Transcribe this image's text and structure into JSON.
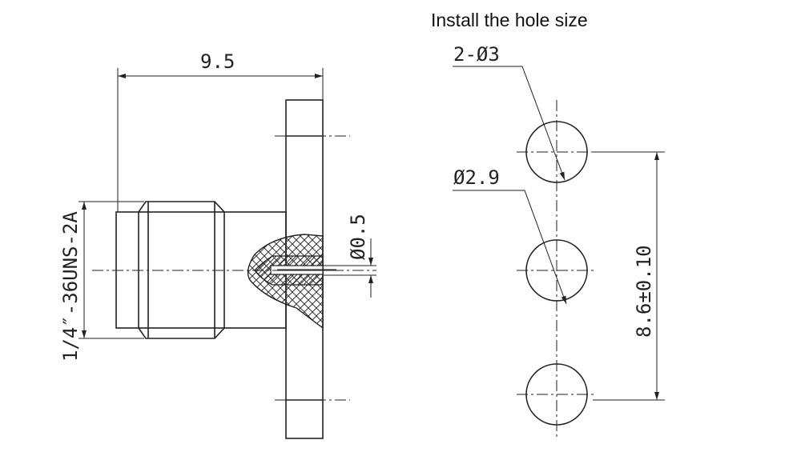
{
  "title": "Install the hole size",
  "left_view": {
    "length_dim": "9.5",
    "thread_dim": "1/4″-36UNS-2A",
    "pin_dim": "Ø0.5"
  },
  "right_view": {
    "hole_count_dim": "2-Ø3",
    "center_hole_dim": "Ø2.9",
    "spacing_dim": "8.6±0.10"
  }
}
